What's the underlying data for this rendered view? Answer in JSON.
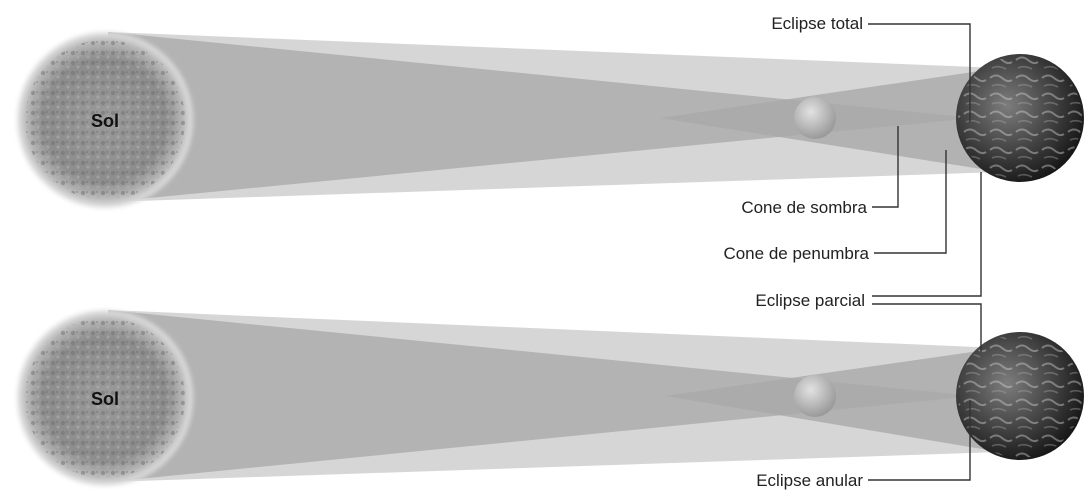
{
  "diagram": {
    "sun_label": "Sol",
    "labels": {
      "eclipse_total": "Eclipse total",
      "cone_sombra": "Cone de sombra",
      "cone_penumbra": "Cone de penumbra",
      "eclipse_parcial": "Eclipse parcial",
      "eclipse_anular": "Eclipse anular"
    },
    "colors": {
      "penumbra_cone": "#d6d6d6",
      "umbra_cone": "#a9a9a9",
      "sun_fill": "#8a8a8a",
      "moon_fill": "#bdbdbd",
      "earth_fill": "#2f2f2f",
      "leader_line": "#333333"
    }
  }
}
